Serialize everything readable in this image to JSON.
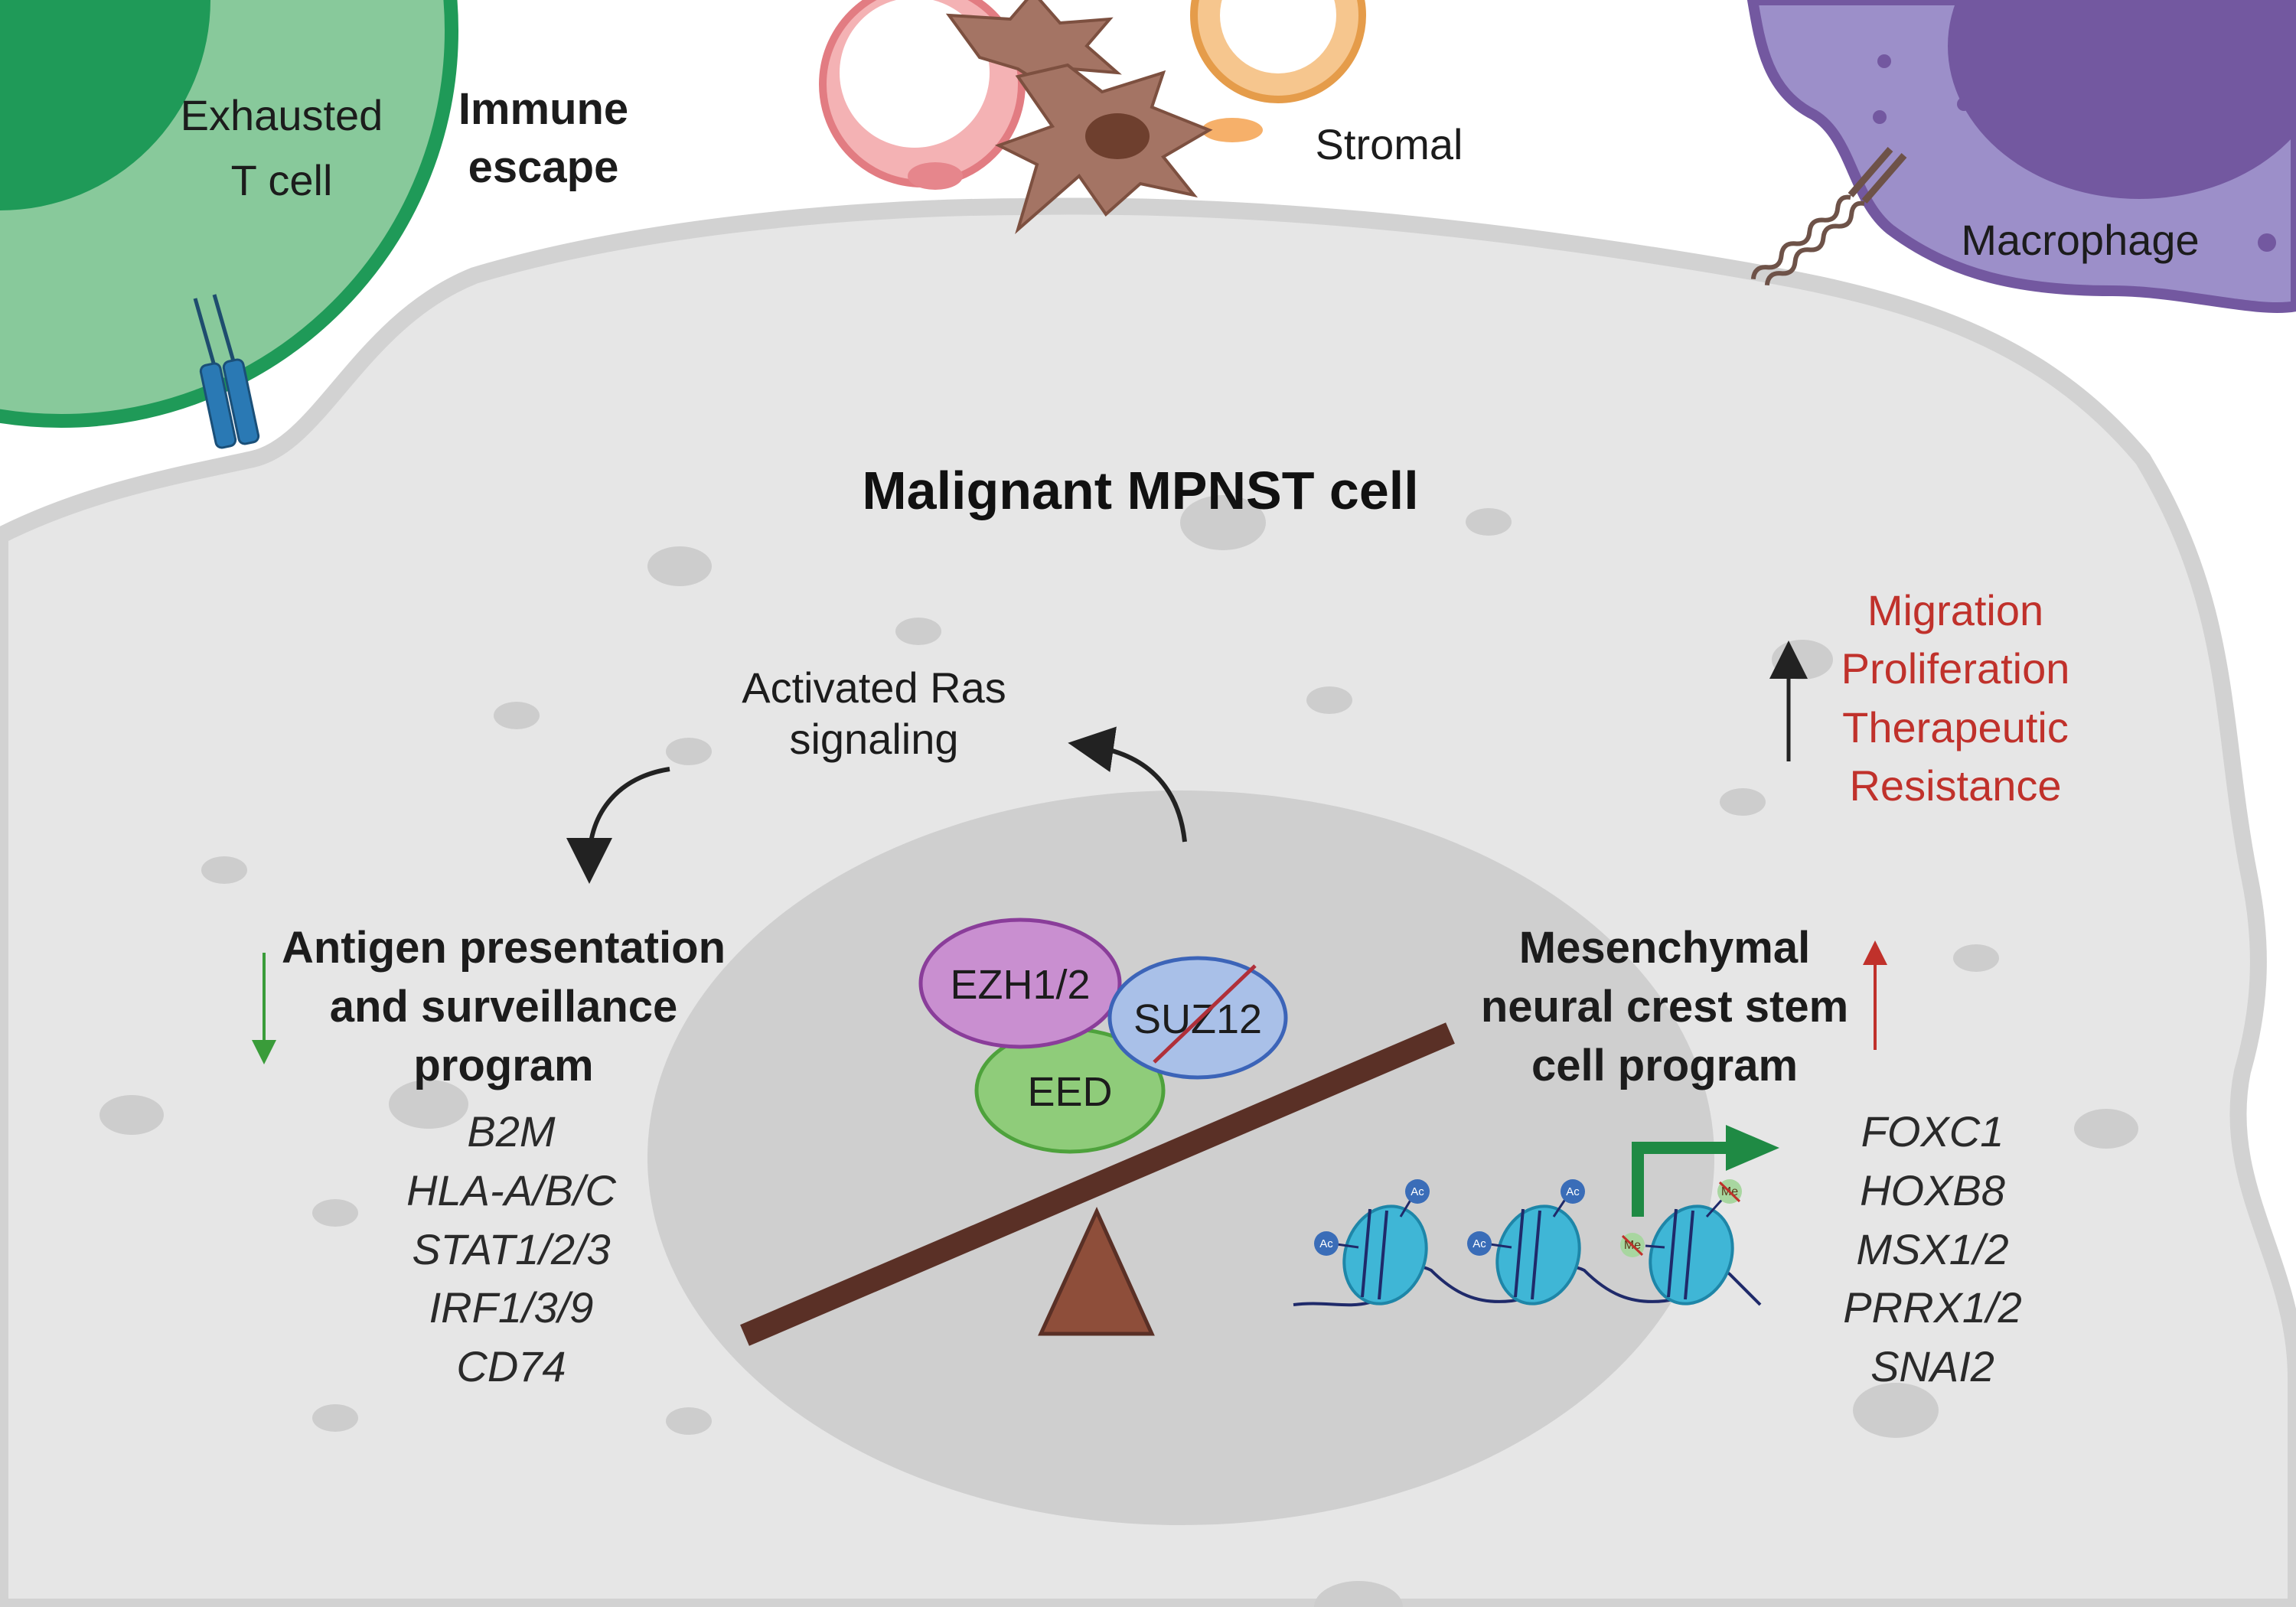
{
  "title": "Malignant MPNST cell",
  "cells": {
    "t_cell": {
      "line1": "Exhausted",
      "line2": "T cell"
    },
    "immune_escape": {
      "line1": "Immune",
      "line2": "escape"
    },
    "stromal": "Stromal",
    "macrophage": "Macrophage"
  },
  "ras": {
    "line1": "Activated Ras",
    "line2": "signaling"
  },
  "left_program": {
    "line1": "Antigen presentation",
    "line2": "and surveillance",
    "line3": "program",
    "direction": "down",
    "genes": [
      "B2M",
      "HLA-A/B/C",
      "STAT1/2/3",
      "IRF1/3/9",
      "CD74"
    ]
  },
  "right_program": {
    "line1": "Mesenchymal",
    "line2": "neural crest stem",
    "line3": "cell program",
    "direction": "up",
    "genes": [
      "FOXC1",
      "HOXB8",
      "MSX1/2",
      "PRRX1/2",
      "SNAI2"
    ]
  },
  "outcomes": [
    "Migration",
    "Proliferation",
    "Therapeutic",
    "Resistance"
  ],
  "prc2": {
    "ezh": "EZH1/2",
    "suz": "SUZ12",
    "eed": "EED",
    "suz_lost": true
  },
  "marks": {
    "acetyl": "Ac",
    "methyl": "Me"
  },
  "colors": {
    "t_cell": "#1f9a58",
    "t_cell_light": "#88c99b",
    "macrophage": "#9c8fc9",
    "macrophage_dark": "#7358a0",
    "tumor_cell": "#e6e6e6",
    "nucleus": "#cfcfcf",
    "outcome_red": "#c0312b",
    "down_green": "#3a9c3a",
    "up_red": "#c0312b",
    "seesaw": "#5a3026",
    "fulcrum": "#8e4e3a",
    "nucleosome": "#3fb6d6",
    "transcription_arrow": "#1f8a44"
  },
  "icons": [
    "t-cell-receptor-icon",
    "macrophage-receptor-icon",
    "stromal-cells-icon",
    "nucleosome-icon",
    "transcription-arrow-icon",
    "seesaw-icon"
  ]
}
